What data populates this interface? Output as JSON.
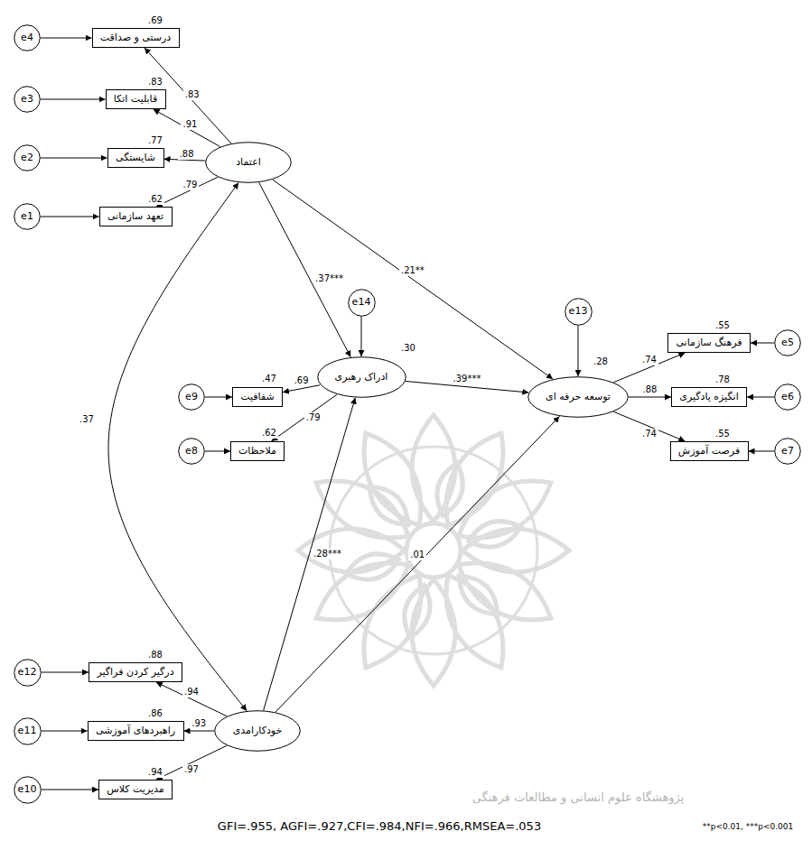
{
  "diagram": {
    "nodes": [
      {
        "text": [
          "اعتماد"
        ]
      },
      {
        "text": [
          "درستی و صداقت"
        ]
      },
      {
        "text": [
          "قابلیت اتکا"
        ]
      },
      {
        "text": [
          "شایستگی"
        ]
      },
      {
        "text": [
          "تعهد سازمانی"
        ]
      },
      {
        "text": [
          "e4"
        ]
      },
      {
        "text": [
          "e3"
        ]
      },
      {
        "text": [
          "e2"
        ]
      },
      {
        "text": [
          "e1"
        ]
      },
      {
        "text": [
          "ادراک رهبری"
        ]
      },
      {
        "text": [
          "شفافیت"
        ]
      },
      {
        "text": [
          "ملاحظات"
        ]
      },
      {
        "text": [
          "e9"
        ]
      },
      {
        "text": [
          "e8"
        ]
      },
      {
        "text": [
          "e14"
        ]
      },
      {
        "text": [
          "توسعه حرفه ای"
        ]
      },
      {
        "text": [
          "فرهنگ سازمانی"
        ]
      },
      {
        "text": [
          "انگیزه یادگیری"
        ]
      },
      {
        "text": [
          "فرصت آموزش"
        ]
      },
      {
        "text": [
          "e5"
        ]
      },
      {
        "text": [
          "e6"
        ]
      },
      {
        "text": [
          "e7"
        ]
      },
      {
        "text": [
          "e13"
        ]
      },
      {
        "text": [
          "خودکارامدی"
        ]
      },
      {
        "text": [
          "درگیر کردن فراگیر"
        ]
      },
      {
        "text": [
          "راهبردهای آموزشی"
        ]
      },
      {
        "text": [
          "مدیریت کلاس"
        ]
      },
      {
        "text": [
          "e12"
        ]
      },
      {
        "text": [
          "e11"
        ]
      },
      {
        "text": [
          "e10"
        ]
      }
    ],
    "edges": [
      {
        "from": 0,
        "to": 1,
        "arrow": "to",
        "label": ".83"
      },
      {
        "from": 0,
        "to": 2,
        "arrow": "to",
        "label": ".91"
      },
      {
        "from": 0,
        "to": 3,
        "arrow": "to",
        "label": ".88"
      },
      {
        "from": 0,
        "to": 4,
        "arrow": "to",
        "label": ".79"
      },
      {
        "from": 5,
        "to": 1,
        "arrow": "to"
      },
      {
        "from": 6,
        "to": 2,
        "arrow": "to"
      },
      {
        "from": 7,
        "to": 3,
        "arrow": "to"
      },
      {
        "from": 8,
        "to": 4,
        "arrow": "to"
      },
      {
        "from": 0,
        "to": 9,
        "arrow": "to",
        "label": ".37***"
      },
      {
        "from": 0,
        "to": 15,
        "arrow": "to",
        "label": ".21**"
      },
      {
        "from": 9,
        "to": 10,
        "arrow": "to",
        "label": ".69"
      },
      {
        "from": 9,
        "to": 11,
        "arrow": "to",
        "label": ".79"
      },
      {
        "from": 12,
        "to": 10,
        "arrow": "to"
      },
      {
        "from": 13,
        "to": 11,
        "arrow": "to"
      },
      {
        "from": 14,
        "to": 9,
        "arrow": "to"
      },
      {
        "from": 9,
        "to": 15,
        "arrow": "to",
        "label": ".39***"
      },
      {
        "from": 15,
        "to": 16,
        "arrow": "to",
        "label": ".74"
      },
      {
        "from": 15,
        "to": 17,
        "arrow": "to",
        "label": ".88"
      },
      {
        "from": 15,
        "to": 18,
        "arrow": "to",
        "label": ".74"
      },
      {
        "from": 19,
        "to": 16,
        "arrow": "to"
      },
      {
        "from": 20,
        "to": 17,
        "arrow": "to"
      },
      {
        "from": 21,
        "to": 18,
        "arrow": "to"
      },
      {
        "from": 22,
        "to": 15,
        "arrow": "to"
      },
      {
        "from": 23,
        "to": 9,
        "arrow": "to",
        "label": ".28***"
      },
      {
        "from": 23,
        "to": 15,
        "arrow": "to",
        "label": ".01"
      },
      {
        "from": 0,
        "to": 23,
        "arrow": "both",
        "label": ".37"
      },
      {
        "from": 23,
        "to": 24,
        "arrow": "to",
        "label": ".94"
      },
      {
        "from": 23,
        "to": 25,
        "arrow": "to",
        "label": ".93"
      },
      {
        "from": 23,
        "to": 26,
        "arrow": "to",
        "label": ".97"
      },
      {
        "from": 27,
        "to": 24,
        "arrow": "to"
      },
      {
        "from": 28,
        "to": 25,
        "arrow": "to"
      },
      {
        "from": 29,
        "to": 26,
        "arrow": "to"
      }
    ],
    "labels": [
      ".69",
      ".83",
      ".77",
      ".62",
      ".47",
      ".62",
      ".30",
      ".28",
      ".55",
      ".78",
      ".55",
      ".88",
      ".86",
      ".94",
      "GFI=.955, AGFI=.927,CFI=.984,NFI=.966,RMSEA=.053",
      "**p<0.01, ***p<0.001",
      "پژوهشگاه علوم انسانی و مطالعات فرهنگی"
    ]
  }
}
